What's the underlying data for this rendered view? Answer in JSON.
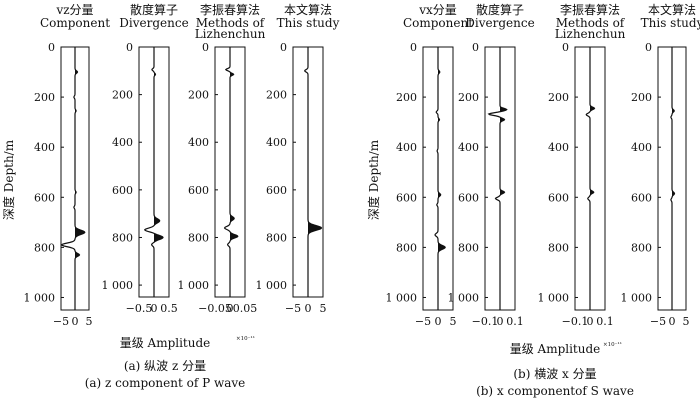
{
  "figure": {
    "left": {
      "ylabel": "深度 Depth/m",
      "xlabel": "量级 Amplitude",
      "exponent": "×10⁻¹¹",
      "caption_cn": "(a) 纵波 z 分量",
      "caption_en": "(a) z component of P wave"
    },
    "right": {
      "ylabel": "深度 Depth/m",
      "xlabel": "量级 Amplitude",
      "exponent": "×10⁻¹¹",
      "caption_cn": "(b) 横波 x 分量",
      "caption_en": "(b) x componentof S wave"
    }
  },
  "chart_data": [
    {
      "type": "line",
      "group": "(a) z component of P wave",
      "title_cn": "vz分量",
      "title_en": "Component",
      "ylabel": "深度 Depth/m",
      "ylim": [
        0,
        1050
      ],
      "xlim": [
        -5,
        5
      ],
      "xticks": [
        "−5",
        "0",
        "5"
      ],
      "yticks": [
        "0",
        "200",
        "400",
        "600",
        "800",
        "1 000"
      ],
      "series": [
        {
          "pulses": [
            {
              "depth": 100,
              "amp": 0.9,
              "width": 7
            },
            {
              "depth": 200,
              "amp": -0.4,
              "width": 6
            },
            {
              "depth": 255,
              "amp": 0.4,
              "width": 6
            },
            {
              "depth": 580,
              "amp": 0.4,
              "width": 6
            },
            {
              "depth": 640,
              "amp": -0.4,
              "width": 6
            },
            {
              "depth": 740,
              "amp": 3.5,
              "width": 12
            },
            {
              "depth": 790,
              "amp": -4.8,
              "width": 10
            },
            {
              "depth": 830,
              "amp": 1.6,
              "width": 8
            }
          ]
        }
      ]
    },
    {
      "type": "line",
      "group": "(a) z component of P wave",
      "title_cn": "散度算子",
      "title_en": "Divergence",
      "ylabel": "",
      "ylim": [
        0,
        1050
      ],
      "xlim": [
        -0.5,
        0.5
      ],
      "xticks": [
        "−0.5",
        "0",
        "0.5"
      ],
      "yticks": [
        "0",
        "200",
        "400",
        "600",
        "800",
        "1 000"
      ],
      "series": [
        {
          "pulses": [
            {
              "depth": 95,
              "amp": -0.07,
              "width": 6
            },
            {
              "depth": 115,
              "amp": 0.05,
              "width": 6
            },
            {
              "depth": 730,
              "amp": 0.19,
              "width": 12
            },
            {
              "depth": 768,
              "amp": -0.31,
              "width": 10
            },
            {
              "depth": 800,
              "amp": 0.3,
              "width": 12
            },
            {
              "depth": 830,
              "amp": -0.08,
              "width": 8
            }
          ]
        }
      ]
    },
    {
      "type": "line",
      "group": "(a) z component of P wave",
      "title_cn": "李振春算法",
      "title_en": "Methods of Lizhenchun",
      "ylabel": "",
      "ylim": [
        0,
        1050
      ],
      "xlim": [
        -0.05,
        0.05
      ],
      "xticks": [
        "−0.05",
        "0",
        "0.05"
      ],
      "yticks": [
        "0",
        "200",
        "400",
        "600",
        "800",
        "1 000"
      ],
      "series": [
        {
          "pulses": [
            {
              "depth": 95,
              "amp": -0.014,
              "width": 6
            },
            {
              "depth": 115,
              "amp": 0.012,
              "width": 6
            },
            {
              "depth": 720,
              "amp": 0.014,
              "width": 10
            },
            {
              "depth": 760,
              "amp": -0.018,
              "width": 9
            },
            {
              "depth": 795,
              "amp": 0.026,
              "width": 10
            },
            {
              "depth": 830,
              "amp": -0.008,
              "width": 8
            }
          ]
        }
      ]
    },
    {
      "type": "line",
      "group": "(a) z component of P wave",
      "title_cn": "本文算法",
      "title_en": "This study",
      "ylabel": "",
      "ylim": [
        0,
        1050
      ],
      "xlim": [
        -5,
        5
      ],
      "xticks": [
        "−5",
        "0",
        "5"
      ],
      "yticks": [
        "0",
        "200",
        "400",
        "600",
        "800",
        "1 000"
      ],
      "series": [
        {
          "pulses": [
            {
              "depth": 100,
              "amp": -1.1,
              "width": 7
            },
            {
              "depth": 760,
              "amp": 4.5,
              "width": 14
            }
          ]
        }
      ]
    },
    {
      "type": "line",
      "group": "(b) x componentof S wave",
      "title_cn": "vx分量",
      "title_en": "Component",
      "ylabel": "深度 Depth/m",
      "ylim": [
        0,
        1050
      ],
      "xlim": [
        -5,
        5
      ],
      "xticks": [
        "−5",
        "0",
        "5"
      ],
      "yticks": [
        "0",
        "200",
        "400",
        "600",
        "800",
        "1 000"
      ],
      "series": [
        {
          "pulses": [
            {
              "depth": 100,
              "amp": 0.6,
              "width": 7
            },
            {
              "depth": 260,
              "amp": -0.6,
              "width": 6
            },
            {
              "depth": 290,
              "amp": 0.5,
              "width": 6
            },
            {
              "depth": 415,
              "amp": -0.3,
              "width": 6
            },
            {
              "depth": 590,
              "amp": 0.9,
              "width": 8
            },
            {
              "depth": 630,
              "amp": -0.4,
              "width": 6
            },
            {
              "depth": 750,
              "amp": -1.0,
              "width": 8
            },
            {
              "depth": 800,
              "amp": 2.4,
              "width": 11
            }
          ]
        }
      ]
    },
    {
      "type": "line",
      "group": "(b) x componentof S wave",
      "title_cn": "散度算子",
      "title_en": "Divergence",
      "ylabel": "",
      "ylim": [
        0,
        1050
      ],
      "xlim": [
        -0.1,
        0.1
      ],
      "xticks": [
        "−0.1",
        "0",
        "0.1"
      ],
      "yticks": [
        "0",
        "200",
        "400",
        "600",
        "800",
        "1 000"
      ],
      "series": [
        {
          "pulses": [
            {
              "depth": 250,
              "amp": 0.045,
              "width": 7
            },
            {
              "depth": 268,
              "amp": -0.075,
              "width": 7
            },
            {
              "depth": 290,
              "amp": 0.03,
              "width": 7
            },
            {
              "depth": 580,
              "amp": 0.03,
              "width": 7
            },
            {
              "depth": 605,
              "amp": -0.03,
              "width": 7
            }
          ]
        }
      ]
    },
    {
      "type": "line",
      "group": "(b) x componentof S wave",
      "title_cn": "李振春算法",
      "title_en": "Methods of Lizhenchun",
      "ylabel": "",
      "ylim": [
        0,
        1050
      ],
      "xlim": [
        -0.1,
        0.1
      ],
      "xticks": [
        "−0.1",
        "0",
        "0.1"
      ],
      "yticks": [
        "0",
        "200",
        "400",
        "600",
        "800",
        "1 000"
      ],
      "series": [
        {
          "pulses": [
            {
              "depth": 245,
              "amp": 0.03,
              "width": 7
            },
            {
              "depth": 270,
              "amp": -0.025,
              "width": 7
            },
            {
              "depth": 580,
              "amp": 0.025,
              "width": 7
            },
            {
              "depth": 605,
              "amp": -0.015,
              "width": 7
            }
          ]
        }
      ]
    },
    {
      "type": "line",
      "group": "(b) x componentof S wave",
      "title_cn": "本文算法",
      "title_en": "This study",
      "ylabel": "",
      "ylim": [
        0,
        1050
      ],
      "xlim": [
        -5,
        5
      ],
      "xticks": [
        "−5",
        "0",
        "5"
      ],
      "yticks": [
        "0",
        "200",
        "400",
        "600",
        "800",
        "1 000"
      ],
      "series": [
        {
          "pulses": [
            {
              "depth": 255,
              "amp": 0.8,
              "width": 7
            },
            {
              "depth": 280,
              "amp": -0.4,
              "width": 6
            },
            {
              "depth": 585,
              "amp": 0.9,
              "width": 8
            },
            {
              "depth": 610,
              "amp": -0.4,
              "width": 6
            }
          ]
        }
      ]
    }
  ]
}
